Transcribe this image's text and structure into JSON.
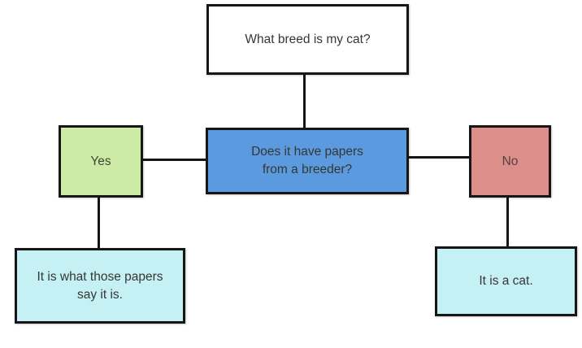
{
  "colors": {
    "background": "#ffffff",
    "border": "#161616",
    "text": "#363636",
    "question_bg": "#ffffff",
    "decision_bg": "#5b9ade",
    "yes_bg": "#cdeba4",
    "no_bg": "#dc8e8b",
    "outcome_bg": "#c5f0f4"
  },
  "nodes": {
    "question": {
      "label": "What breed is my cat?"
    },
    "decision": {
      "label": "Does it have papers\nfrom a breeder?"
    },
    "yes": {
      "label": "Yes"
    },
    "no": {
      "label": "No"
    },
    "papers_outcome": {
      "label": "It is what those papers\nsay it is."
    },
    "cat_outcome": {
      "label": "It is a cat."
    }
  },
  "edges": [
    {
      "from": "question",
      "to": "decision"
    },
    {
      "from": "yes",
      "to": "decision"
    },
    {
      "from": "decision",
      "to": "no"
    },
    {
      "from": "yes",
      "to": "papers_outcome"
    },
    {
      "from": "no",
      "to": "cat_outcome"
    }
  ]
}
